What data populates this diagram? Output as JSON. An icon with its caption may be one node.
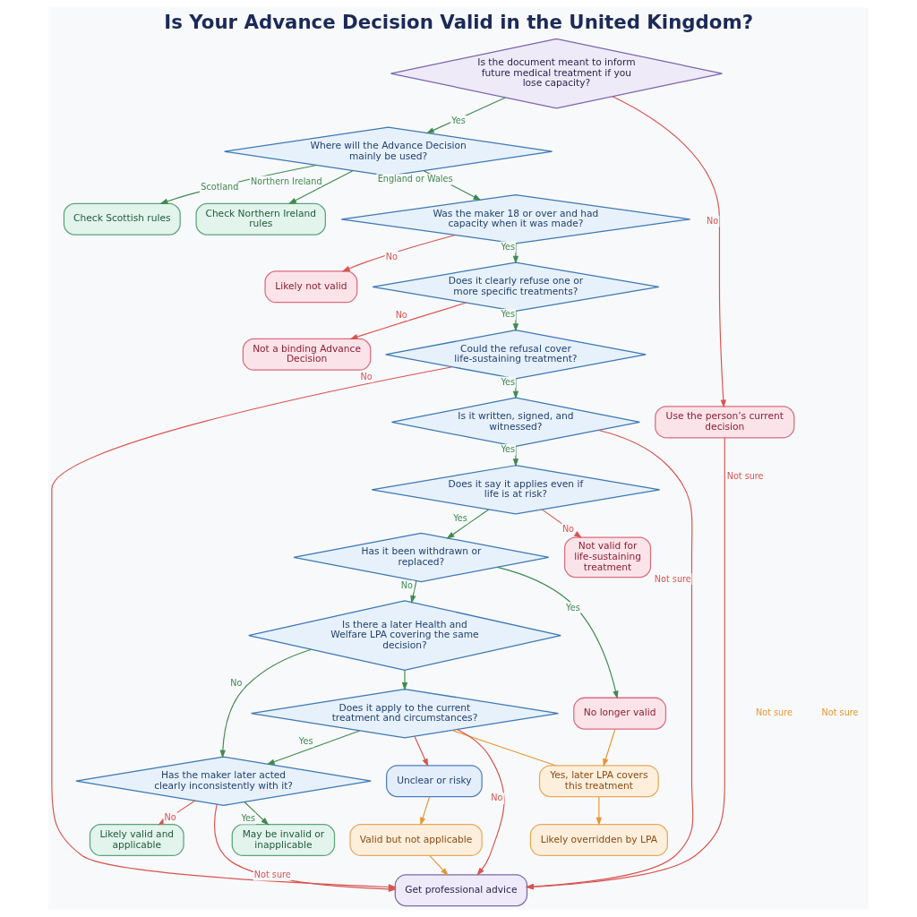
{
  "diagram": {
    "title": "Is Your Advance Decision Valid in the United Kingdom?",
    "nodes": [
      {
        "text": [
          "Is the document meant to inform future medical treatment if you lose capacity?"
        ]
      },
      {
        "text": [
          "Where will the Advance Decision mainly be used?"
        ]
      },
      {
        "text": [
          "Use the person’s current decision"
        ]
      },
      {
        "text": [
          "Was the maker 18 or over and had capacity when it was made?"
        ]
      },
      {
        "text": [
          "Check Scottish rules"
        ]
      },
      {
        "text": [
          "Check Northern Ireland rules"
        ]
      },
      {
        "text": [
          "Does it clearly refuse one or more specific treatments?"
        ]
      },
      {
        "text": [
          "Likely not valid"
        ]
      },
      {
        "text": [
          "Could the refusal cover life-sustaining treatment?"
        ]
      },
      {
        "text": [
          "Not a binding Advance Decision"
        ]
      },
      {
        "text": [
          "Is it written, signed, and witnessed?"
        ]
      },
      {
        "text": [
          "Does it say it applies even if life is at risk?"
        ]
      },
      {
        "text": [
          "Not valid for life-sustaining treatment"
        ]
      },
      {
        "text": [
          "Has it been withdrawn or replaced?"
        ]
      },
      {
        "text": [
          "No longer valid"
        ]
      },
      {
        "text": [
          "Is there a later Health and Welfare LPA covering the same decision?"
        ]
      },
      {
        "text": [
          "Does it apply to the current treatment and circumstances?"
        ]
      },
      {
        "text": [
          "Yes, later LPA covers this treatment"
        ]
      },
      {
        "text": [
          "Likely overridden by LPA"
        ]
      },
      {
        "text": [
          "Unclear or risky"
        ]
      },
      {
        "text": [
          "Valid but not applicable"
        ]
      },
      {
        "text": [
          "Has the maker later acted clearly inconsistently with it?"
        ]
      },
      {
        "text": [
          "May be invalid or inapplicable"
        ]
      },
      {
        "text": [
          "Likely valid and applicable"
        ]
      },
      {
        "text": [
          "Get professional advice"
        ]
      }
    ],
    "edges": [
      {
        "from": 0,
        "to": 1,
        "arrow": "to",
        "label": "Yes"
      },
      {
        "from": 0,
        "to": 2,
        "arrow": "to",
        "label": "No",
        "color": "#d9534f"
      },
      {
        "from": 1,
        "to": 3,
        "arrow": "to",
        "label": "England or Wales"
      },
      {
        "from": 1,
        "to": 4,
        "arrow": "to",
        "label": "Scotland"
      },
      {
        "from": 1,
        "to": 5,
        "arrow": "to",
        "label": "Northern Ireland"
      },
      {
        "from": 2,
        "to": 24,
        "arrow": "to",
        "label": "Not sure",
        "color": "#d9534f"
      },
      {
        "from": 3,
        "to": 6,
        "arrow": "to",
        "label": "Yes"
      },
      {
        "from": 3,
        "to": 7,
        "arrow": "to",
        "label": "No",
        "color": "#d9534f"
      },
      {
        "from": 6,
        "to": 8,
        "arrow": "to",
        "label": "Yes"
      },
      {
        "from": 6,
        "to": 9,
        "arrow": "to",
        "label": "No",
        "color": "#d9534f"
      },
      {
        "from": 8,
        "to": 10,
        "arrow": "to",
        "label": "Yes"
      },
      {
        "from": 8,
        "to": 24,
        "arrow": "to",
        "label": "No",
        "color": "#d9534f"
      },
      {
        "from": 10,
        "to": 11,
        "arrow": "to",
        "label": "Yes"
      },
      {
        "from": 10,
        "to": 24,
        "arrow": "to",
        "label": "Not sure",
        "color": "#d9534f"
      },
      {
        "from": 11,
        "to": 13,
        "arrow": "to",
        "label": "Yes"
      },
      {
        "from": 11,
        "to": 12,
        "arrow": "to",
        "label": "No",
        "color": "#d9534f"
      },
      {
        "from": 13,
        "to": 15,
        "arrow": "to",
        "label": "No"
      },
      {
        "from": 13,
        "to": 14,
        "arrow": "to",
        "label": "Yes"
      },
      {
        "from": 15,
        "to": 16,
        "arrow": "to"
      },
      {
        "from": 15,
        "to": 21,
        "arrow": "to",
        "label": "No"
      },
      {
        "from": 14,
        "to": 17,
        "arrow": "to",
        "color": "#e8952f"
      },
      {
        "from": 16,
        "to": 17,
        "arrow": "none",
        "color": "#e8952f"
      },
      {
        "from": 17,
        "to": 18,
        "arrow": "to",
        "color": "#e8952f"
      },
      {
        "from": 16,
        "to": 19,
        "arrow": "to",
        "color": "#d9534f"
      },
      {
        "from": 16,
        "to": 21,
        "arrow": "to",
        "label": "Yes"
      },
      {
        "from": 16,
        "to": 24,
        "arrow": "to",
        "label": "No",
        "color": "#d9534f"
      },
      {
        "from": 19,
        "to": 20,
        "arrow": "to",
        "color": "#e8952f"
      },
      {
        "from": 20,
        "to": 24,
        "arrow": "to",
        "color": "#e8952f"
      },
      {
        "from": 21,
        "to": 22,
        "arrow": "to",
        "label": "Yes"
      },
      {
        "from": 21,
        "to": 23,
        "arrow": "to",
        "label": "No",
        "color": "#d9534f"
      },
      {
        "from": 21,
        "to": 24,
        "arrow": "to",
        "label": "Not sure",
        "color": "#d9534f"
      }
    ],
    "labels": [
      "Not sure",
      "Not sure"
    ]
  }
}
